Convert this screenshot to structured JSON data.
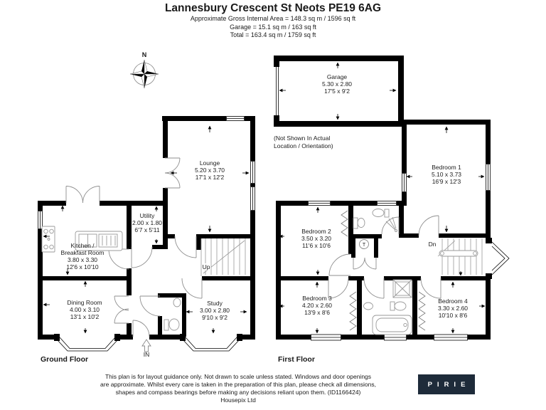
{
  "header": {
    "title": "Lannesbury Crescent St Neots PE19 6AG",
    "area_line": "Approximate Gross Internal Area = 148.3 sq m / 1596 sq ft",
    "garage_line": "Garage = 15.1 sq m / 163 sq ft",
    "total_line": "Total = 163.4 sq m / 1759 sq ft"
  },
  "compass": {
    "north_label": "N"
  },
  "garage": {
    "name": "Garage",
    "metric": "5.30 x 2.80",
    "imperial": "17'5 x 9'2",
    "note_line1": "(Not Shown In Actual",
    "note_line2": "Location / Orientation)"
  },
  "ground_floor": {
    "label": "Ground Floor",
    "stairs_label": "Up",
    "entrance_label": "IN",
    "rooms": {
      "lounge": {
        "name": "Lounge",
        "metric": "5.20 x 3.70",
        "imperial": "17'1 x 12'2"
      },
      "utility": {
        "name": "Utility",
        "metric": "2.00 x 1.80",
        "imperial": "6'7 x 5'11"
      },
      "kitchen": {
        "name_line1": "Kitchen /",
        "name_line2": "Breakfast Room",
        "metric": "3.80 x 3.30",
        "imperial": "12'6 x 10'10"
      },
      "dining": {
        "name": "Dining Room",
        "metric": "4.00 x 3.10",
        "imperial": "13'1 x 10'2"
      },
      "study": {
        "name": "Study",
        "metric": "3.00 x 2.80",
        "imperial": "9'10 x 9'2"
      }
    }
  },
  "first_floor": {
    "label": "First Floor",
    "stairs_label": "Dn",
    "tank_label": "T",
    "rooms": {
      "bedroom1": {
        "name": "Bedroom 1",
        "metric": "5.10 x 3.73",
        "imperial": "16'9 x 12'3"
      },
      "bedroom2": {
        "name": "Bedroom 2",
        "metric": "3.50 x 3.20",
        "imperial": "11'6 x 10'6"
      },
      "bedroom3": {
        "name": "Bedroom 3",
        "metric": "4.20 x 2.60",
        "imperial": "13'9 x 8'6"
      },
      "bedroom4": {
        "name": "Bedroom 4",
        "metric": "3.30 x 2.60",
        "imperial": "10'10 x 8'6"
      }
    }
  },
  "footer": {
    "disclaimer_line1": "This plan is for layout guidance only. Not drawn to scale unless stated. Windows and door openings",
    "disclaimer_line2": "are approximate. Whilst every care is taken in the preparation of this plan, please check all dimensions,",
    "disclaimer_line3": "shapes and compass bearings before making any decisions reliant upon them. (ID1166424)",
    "credit": "Housepix Ltd",
    "logo_text": "PIRIE"
  },
  "colors": {
    "wall": "#000000",
    "logo_bg": "#1e2b3a",
    "logo_text": "#ffffff"
  }
}
